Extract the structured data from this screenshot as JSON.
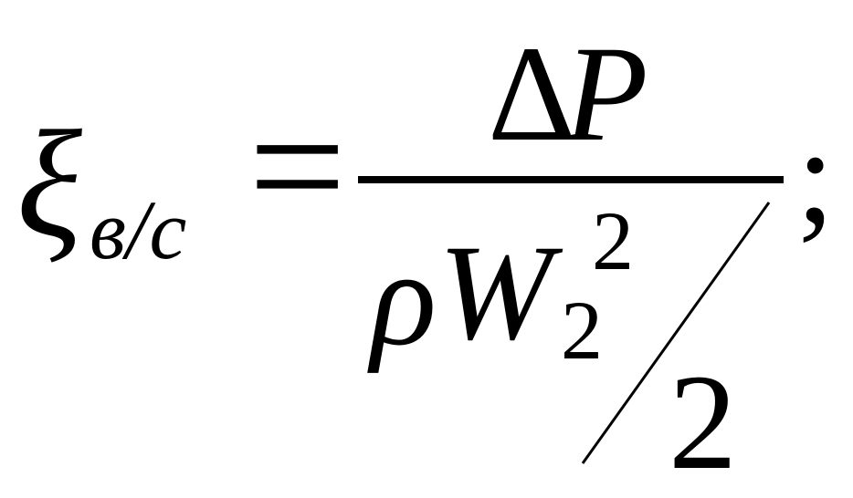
{
  "formula": {
    "lhs_symbol": "ξ",
    "lhs_subscript": "в/с",
    "equals": "=",
    "numerator_delta": "Δ",
    "numerator_variable": "P",
    "denominator_rho": "ρ",
    "denominator_variable": "W",
    "denominator_subscript": "2",
    "denominator_superscript": "2",
    "divisor": "2",
    "terminator": ";"
  }
}
